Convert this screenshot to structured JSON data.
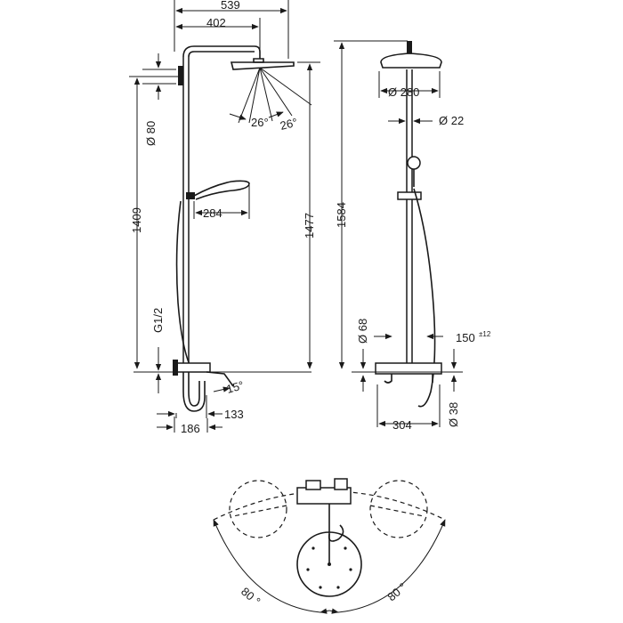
{
  "dims": {
    "d539": "539",
    "d402": "402",
    "d80": "Ø 80",
    "d26a": "26°",
    "d26b": "26°",
    "d1409": "1409",
    "d284": "284",
    "d1477": "1477",
    "d1584": "1584",
    "g12": "G1/2",
    "d15": "15°",
    "d133": "133",
    "d186": "186",
    "d280": "Ø 280",
    "d22": "Ø 22",
    "d68": "Ø 68",
    "d150": "150",
    "d150sup": "±12",
    "d304": "304",
    "d38": "Ø 38",
    "a80l": "80 °",
    "a80r": "80 °"
  }
}
